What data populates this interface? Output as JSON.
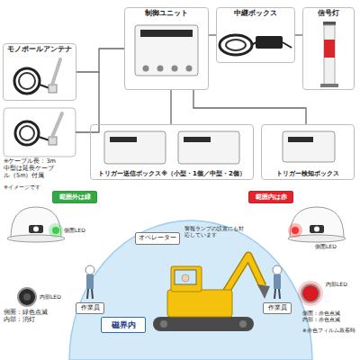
{
  "diagram": {
    "nodes": [
      {
        "text": [
          "モノポールアンテナ"
        ]
      },
      {
        "text": [
          "制御ユニット"
        ]
      },
      {
        "text": [
          "中継ボックス"
        ]
      },
      {
        "text": [
          "信号灯"
        ]
      },
      {
        "text": [
          "トリガー送信ボックス※（小型・1個／中型・2個）"
        ]
      },
      {
        "text": [
          "トリガー検知ボックス"
        ]
      },
      {
        "text": [
          "範囲外は緑"
        ]
      },
      {
        "text": [
          "オペレーター"
        ]
      },
      {
        "text": [
          "範囲内は赤"
        ]
      },
      {
        "text": [
          "作業員"
        ]
      },
      {
        "text": [
          "磁界内"
        ]
      },
      {
        "text": [
          "作業員"
        ]
      }
    ],
    "edges": [
      {
        "from": 0,
        "to": 1,
        "arrow": "none"
      },
      {
        "from": 1,
        "to": 2,
        "arrow": "none"
      },
      {
        "from": 2,
        "to": 3,
        "arrow": "none"
      },
      {
        "from": 1,
        "to": 4,
        "arrow": "none"
      },
      {
        "from": 1,
        "to": 5,
        "arrow": "none"
      }
    ],
    "labels": [
      "※ケーブル長：3m 中型は延長ケーブル（5m）付属",
      "※イメージです",
      "警報ランプの設置にも対応しています",
      "側面LED",
      "内部LED",
      "側面：緑色点滅 内部：消灯",
      "側面LED",
      "内部LED",
      "側面：赤色点滅 内部：赤色点滅",
      "※赤色フィルム装着時"
    ]
  }
}
